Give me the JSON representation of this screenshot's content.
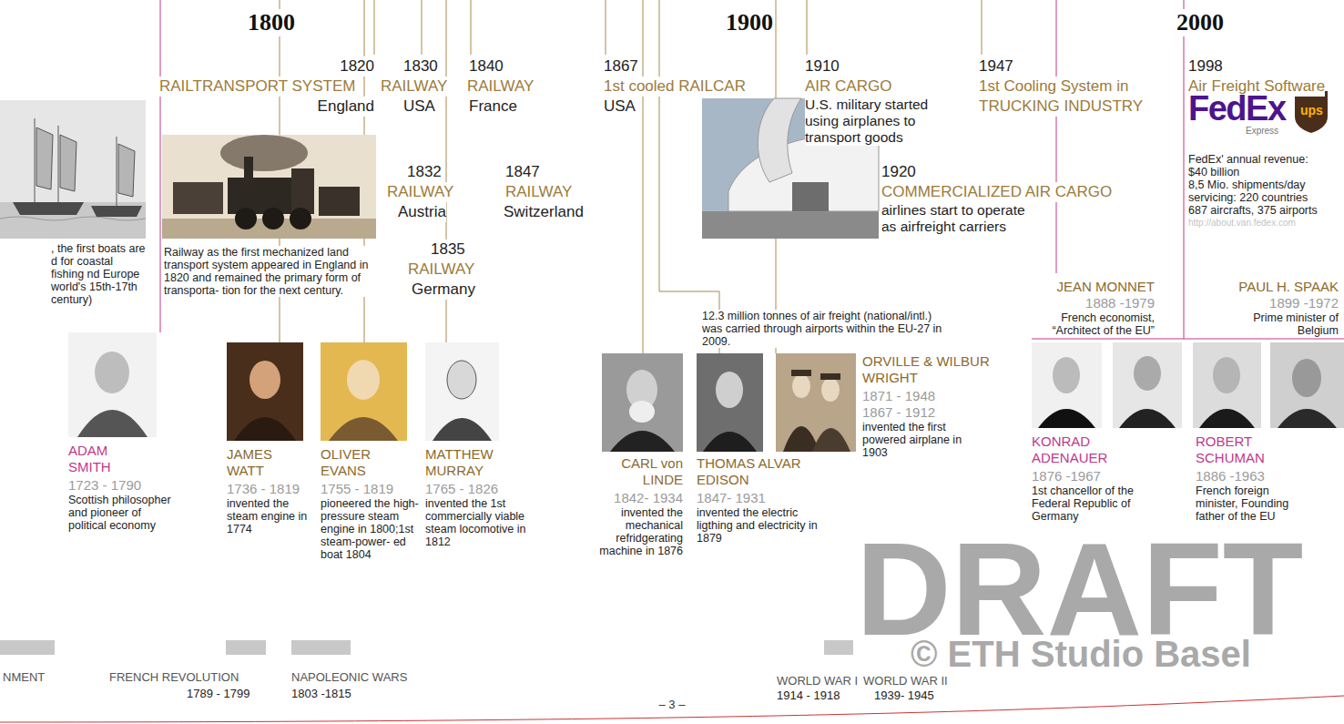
{
  "diagram": {
    "labels": [
      "1800",
      "1900",
      "2000",
      "1820",
      "RAILTRANSPORT SYSTEM",
      "England",
      "1830",
      "RAILWAY",
      "USA",
      "1840",
      "RAILWAY",
      "France",
      "1832",
      "RAILWAY",
      "Austria",
      "1847",
      "RAILWAY",
      "Switzerland",
      "1835",
      "RAILWAY",
      "Germany",
      "1867",
      "1st cooled RAILCAR",
      "USA",
      "1910",
      "AIR CARGO",
      "U.S. military started using airplanes to transport goods",
      "1920",
      "COMMERCIALIZED AIR CARGO",
      "airlines start to operate as airfreight carriers",
      "1947",
      "1st Cooling System in TRUCKING INDUSTRY",
      "1998",
      "Air Freight Software",
      "FedEx",
      "Express",
      "ups",
      "FedEx' annual revenue: $40 billion",
      "8,5 Mio. shipments/day",
      "servicing: 220 countries",
      "687 aircrafts, 375 airports",
      "http://about.van.fedex.com",
      ", the first boats are d for coastal fishing nd Europe world's 15th-17th century)",
      "Railway as the first mechanized land transport system appeared in England in 1820 and remained the primary form of transporta- tion for the next century.",
      "12.3 million tonnes of air freight (national/intl.) was carried through airports within the EU-27 in 2009.",
      "ADAM SMITH",
      "1723 - 1790",
      "Scottish philosopher and pioneer of political economy",
      "JAMES WATT",
      "1736 - 1819",
      "invented the steam engine in 1774",
      "OLIVER EVANS",
      "1755 - 1819",
      "pioneered the high-pressure steam engine in 1800;1st steam-power- ed boat 1804",
      "MATTHEW MURRAY",
      "1765 - 1826",
      "invented the 1st commercially viable steam locomotive in 1812",
      "CARL von LINDE",
      "1842- 1934",
      "invented the mechanical refridgerating machine in 1876",
      "THOMAS ALVAR EDISON",
      "1847- 1931",
      "invented the electric ligthing and electricity in 1879",
      "ORVILLE & WILBUR WRIGHT",
      "1871 - 1948",
      "1867 - 1912",
      "invented the first powered airplane in 1903",
      "JEAN MONNET",
      "1888 -1979",
      "French economist, “Architect of the EU”",
      "PAUL H. SPAAK",
      "1899 -1972",
      "Prime minister of Belgium",
      "KONRAD ADENAUER",
      "1876 -1967",
      "1st chancellor of the Federal Republic of Germany",
      "ROBERT SCHUMAN",
      "1886 -1963",
      "French foreign minister, Founding father of the EU",
      "NMENT",
      "FRENCH REVOLUTION",
      "1789 - 1799",
      "NAPOLEONIC WARS",
      "1803 -1815",
      "WORLD WAR I",
      "WORLD WAR II",
      "1914 - 1918",
      "1939- 1945",
      "– 3 –",
      "DRAFT",
      "© ETH Studio Basel"
    ]
  }
}
